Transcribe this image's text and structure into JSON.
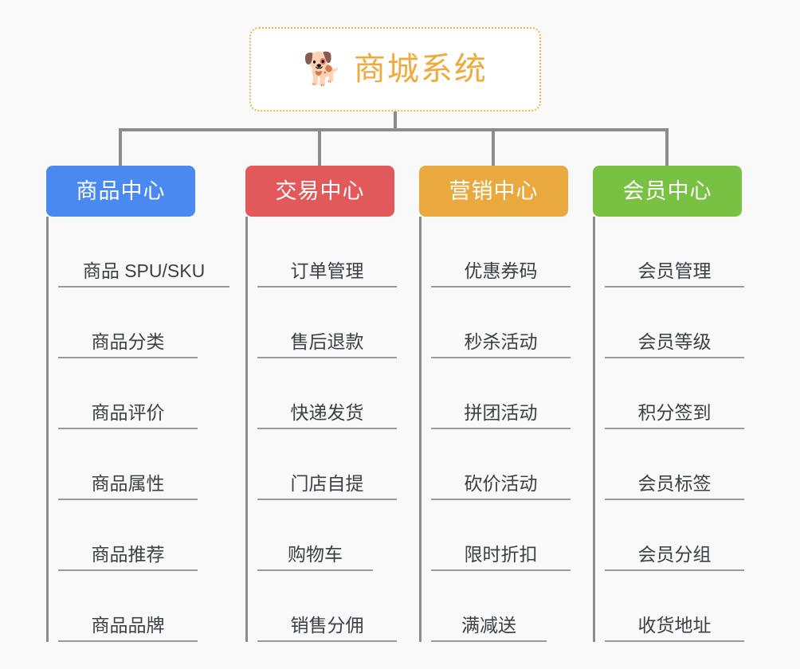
{
  "root": {
    "icon": "shiba-dog-face-icon",
    "emoji": "🐕",
    "title": "商城系统",
    "border_color": "#eab54a",
    "text_color": "#eeab3c"
  },
  "connector_color": "#8c8c8c",
  "background_color": "#f9f9fa",
  "columns": [
    {
      "id": "product-center",
      "label": "商品中心",
      "color": "#4a8af0",
      "items": [
        {
          "label": "商品 SPU/SKU",
          "width": "wide"
        },
        {
          "label": "商品分类",
          "width": "med"
        },
        {
          "label": "商品评价",
          "width": "med"
        },
        {
          "label": "商品属性",
          "width": "med"
        },
        {
          "label": "商品推荐",
          "width": "med"
        },
        {
          "label": "商品品牌",
          "width": "med"
        }
      ]
    },
    {
      "id": "trade-center",
      "label": "交易中心",
      "color": "#e1595a",
      "items": [
        {
          "label": "订单管理",
          "width": "med"
        },
        {
          "label": "售后退款",
          "width": "med"
        },
        {
          "label": "快递发货",
          "width": "med"
        },
        {
          "label": "门店自提",
          "width": "med"
        },
        {
          "label": "购物车",
          "width": "small"
        },
        {
          "label": "销售分佣",
          "width": "med"
        }
      ]
    },
    {
      "id": "marketing-center",
      "label": "营销中心",
      "color": "#eaa93f",
      "items": [
        {
          "label": "优惠券码",
          "width": "med"
        },
        {
          "label": "秒杀活动",
          "width": "med"
        },
        {
          "label": "拼团活动",
          "width": "med"
        },
        {
          "label": "砍价活动",
          "width": "med"
        },
        {
          "label": "限时折扣",
          "width": "med"
        },
        {
          "label": "满减送",
          "width": "small"
        }
      ]
    },
    {
      "id": "member-center",
      "label": "会员中心",
      "color": "#79c143",
      "items": [
        {
          "label": "会员管理",
          "width": "med"
        },
        {
          "label": "会员等级",
          "width": "med"
        },
        {
          "label": "积分签到",
          "width": "med"
        },
        {
          "label": "会员标签",
          "width": "med"
        },
        {
          "label": "会员分组",
          "width": "med"
        },
        {
          "label": "收货地址",
          "width": "med"
        }
      ]
    }
  ]
}
